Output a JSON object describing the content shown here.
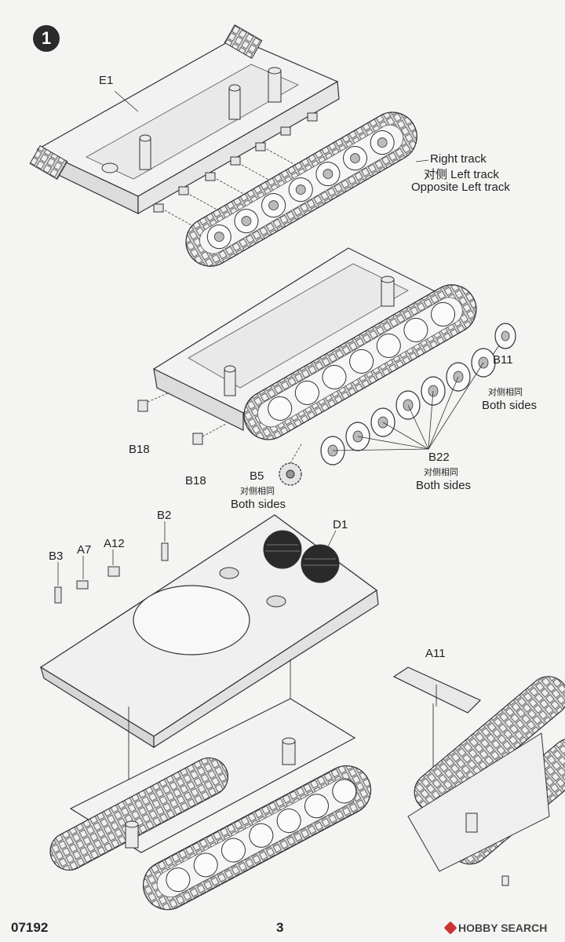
{
  "step": "1",
  "labels": {
    "e1": "E1",
    "right_track": "Right track",
    "left_track_cn": "对侧 Left track",
    "opposite_left_track": "Opposite Left track",
    "b11": "B11",
    "b11_cn": "对侧相同",
    "b11_en": "Both sides",
    "b18_a": "B18",
    "b18_b": "B18",
    "b5": "B5",
    "b5_cn": "对侧相同",
    "b5_en": "Both sides",
    "b22": "B22",
    "b22_cn": "对侧相同",
    "b22_en": "Both sides",
    "b2": "B2",
    "b3": "B3",
    "a7": "A7",
    "a12": "A12",
    "d1": "D1",
    "a11": "A11"
  },
  "footer": {
    "code": "07192",
    "page": "3",
    "watermark": "HOBBY SEARCH"
  }
}
